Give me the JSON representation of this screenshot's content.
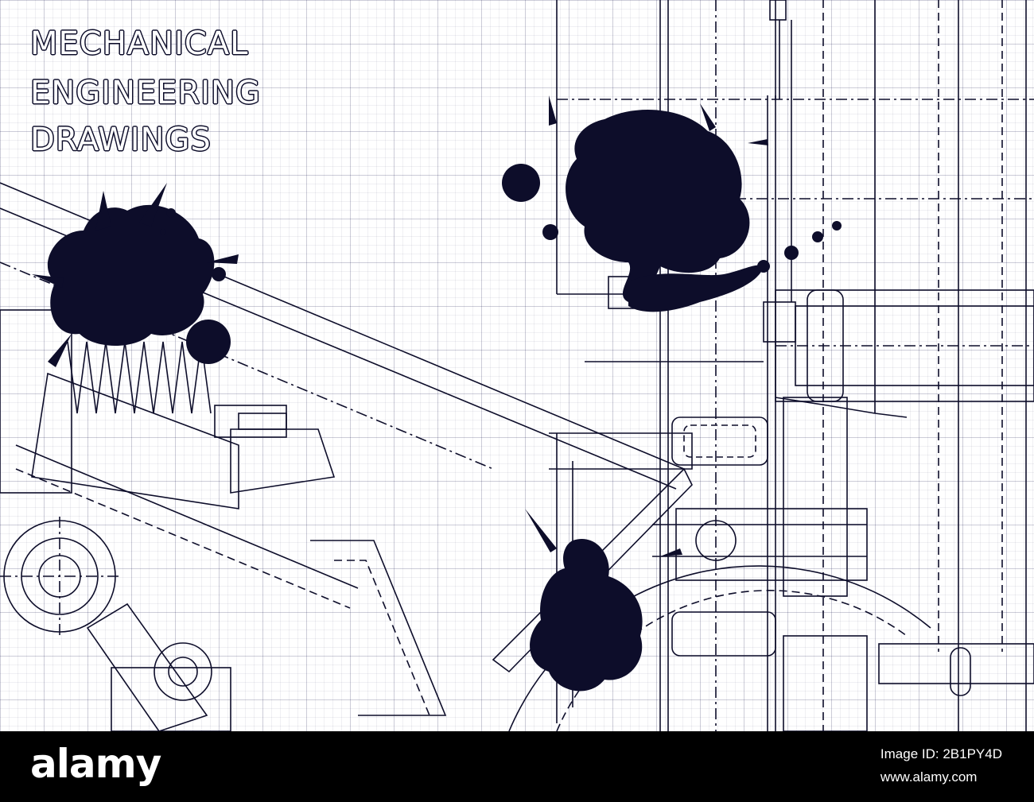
{
  "title": {
    "line1": "MECHANICAL",
    "line2": "ENGINEERING",
    "line3": "DRAWINGS"
  },
  "footer": {
    "logo": "alamy",
    "image_id_label": "Image ID: 2B1PY4D",
    "site": "www.alamy.com"
  },
  "colors": {
    "ink": "#0d0d2a",
    "paper": "#ffffff",
    "grid": "#28285a",
    "footer": "#000000"
  },
  "icons": [
    "ink-splatter-icon",
    "spring-icon",
    "flange-icon",
    "gear-icon"
  ]
}
